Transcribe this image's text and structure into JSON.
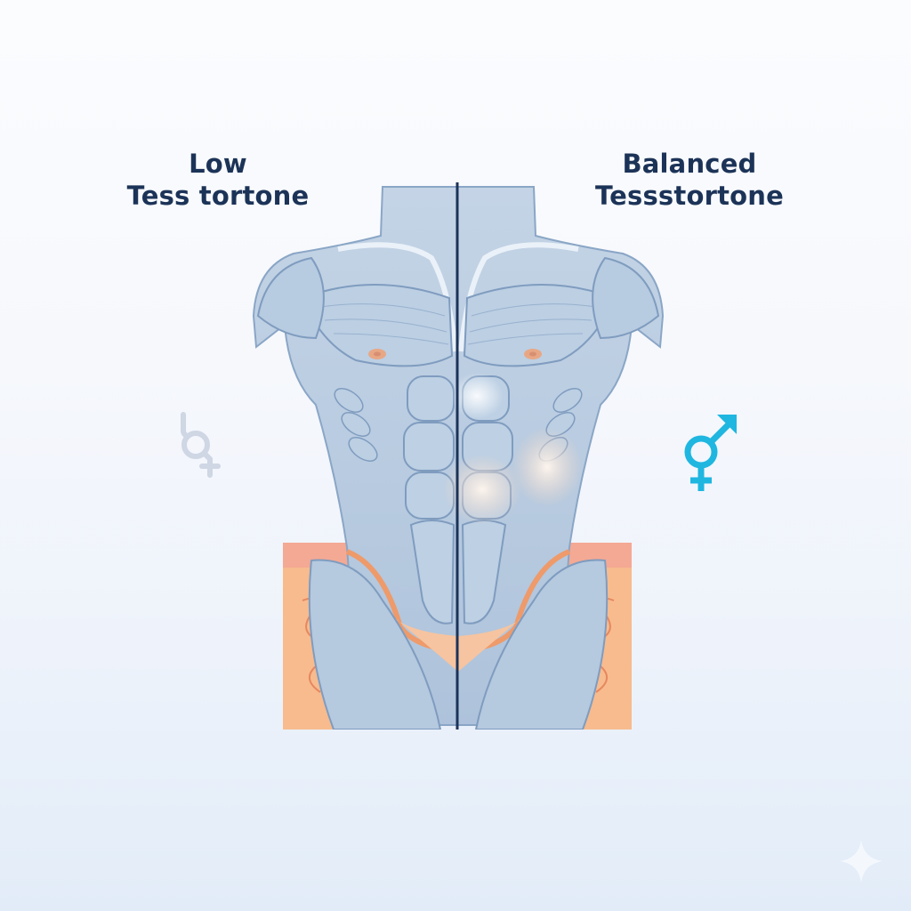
{
  "labels": {
    "left": {
      "line1": "Low",
      "line2": "Tess tortone"
    },
    "right": {
      "line1": "Balanced",
      "line2": "Tessstortone"
    }
  },
  "icons": {
    "left": {
      "name": "faded-gender-symbol-icon",
      "color": "#cfd6e4"
    },
    "right": {
      "name": "male-female-symbol-icon",
      "color": "#1fb6e0"
    },
    "corner": {
      "name": "sparkle-icon",
      "color": "#f4f8fd"
    }
  },
  "illustration": {
    "subject": "anatomical muscular torso split comparison",
    "muscle_color": "#b8cce0",
    "muscle_outline": "#7f9cbf",
    "divider_color": "#1c3358",
    "fat_layer_color": "#f6b98c",
    "skin_color": "#f3a88f",
    "nipple_color": "#e8a784"
  }
}
